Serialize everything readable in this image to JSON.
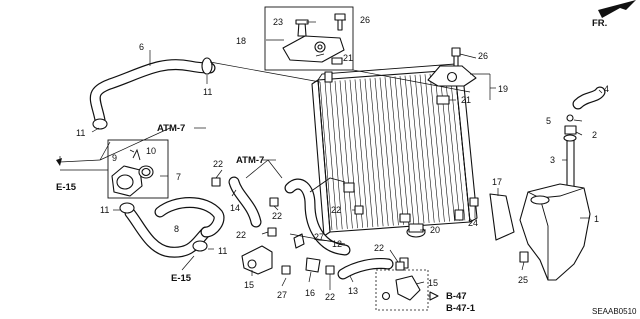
{
  "direction_label": "FR.",
  "diagram_code": "SEAAB0510",
  "references": {
    "atm7_upper": "ATM-7",
    "atm7_mid": "ATM-7",
    "e15_left": "E-15",
    "e15_bottom": "E-15",
    "b47": "B-47",
    "b471": "B-47-1"
  },
  "callouts": {
    "c1": "1",
    "c2": "2",
    "c3": "3",
    "c4": "4",
    "c5": "5",
    "c6": "6",
    "c7": "7",
    "c8": "8",
    "c9": "9",
    "c10": "10",
    "c11a": "11",
    "c11b": "11",
    "c11c": "11",
    "c11d": "11",
    "c12": "12",
    "c13": "13",
    "c14": "14",
    "c15a": "15",
    "c15b": "15",
    "c16": "16",
    "c17": "17",
    "c18": "18",
    "c19": "19",
    "c20": "20",
    "c21a": "21",
    "c21b": "21",
    "c22a": "22",
    "c22b": "22",
    "c22c": "22",
    "c22d": "22",
    "c22e": "22",
    "c22f": "22",
    "c23": "23",
    "c24": "24",
    "c25": "25",
    "c26a": "26",
    "c26b": "26",
    "c27a": "27",
    "c27b": "27"
  }
}
